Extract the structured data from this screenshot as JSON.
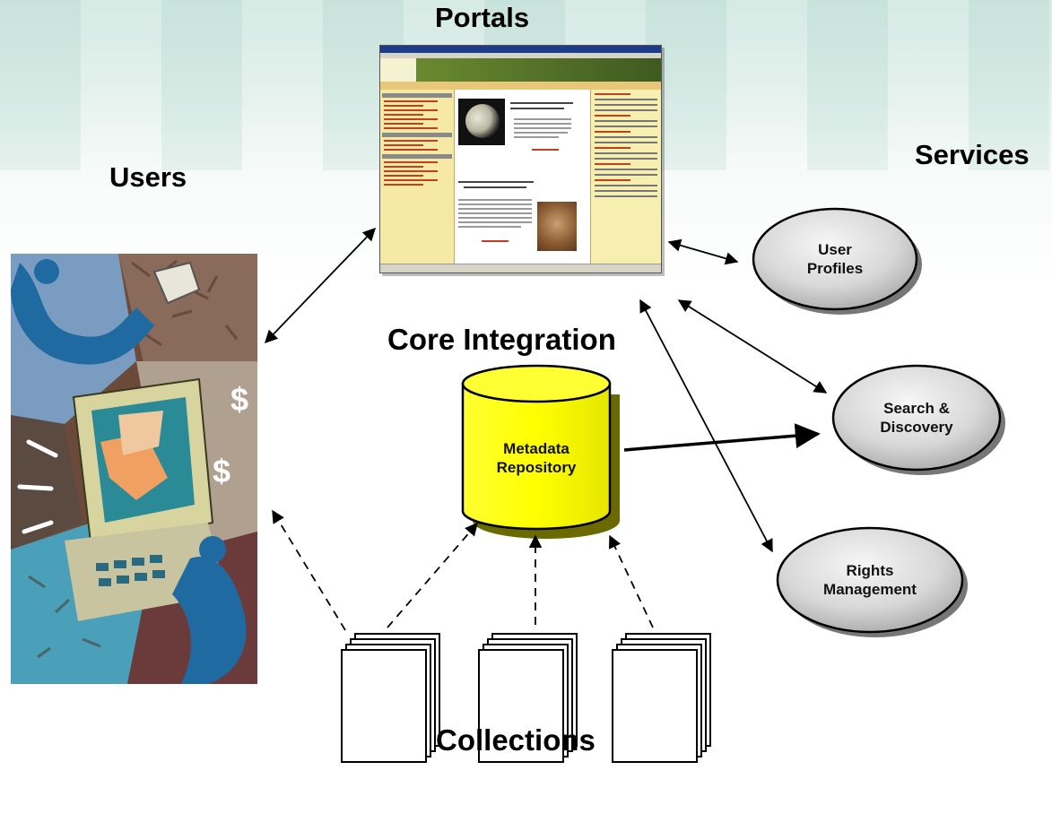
{
  "sections": {
    "portals": "Portals",
    "users": "Users",
    "services": "Services",
    "core_integration": "Core Integration",
    "collections": "Collections"
  },
  "repository": {
    "line1": "Metadata",
    "line2": "Repository"
  },
  "services": [
    {
      "line1": "User",
      "line2": "Profiles"
    },
    {
      "line1": "Search &",
      "line2": "Discovery"
    },
    {
      "line1": "Rights",
      "line2": "Management"
    }
  ],
  "colors": {
    "repository_fill": "#ffff00",
    "service_fill": "#d4d4d4",
    "header_band": "#dfeee9"
  },
  "illustration": {
    "icon": "dollar-sign",
    "glyph": "$"
  }
}
